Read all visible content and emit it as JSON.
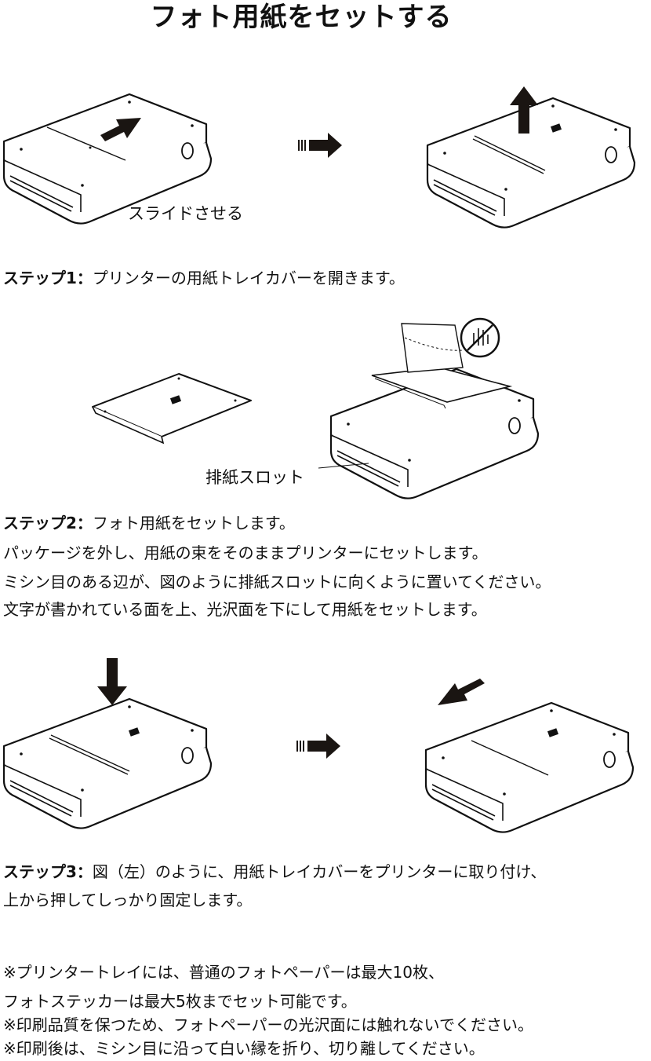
{
  "title": "フォト用紙をセットする",
  "captions": {
    "slide": "スライドさせる",
    "output_slot": "排紙スロット"
  },
  "steps": [
    {
      "label": "ステップ1：",
      "lines": [
        "プリンターの用紙トレイカバーを開きます。"
      ]
    },
    {
      "label": "ステップ2：",
      "lines": [
        "フォト用紙をセットします。",
        "パッケージを外し、用紙の束をそのままプリンターにセットします。",
        "ミシン目のある辺が、図のように排紙スロットに向くように置いてください。",
        "文字が書かれている面を上、光沢面を下にして用紙をセットします。"
      ]
    },
    {
      "label": "ステップ3：",
      "lines": [
        "図（左）のように、用紙トレイカバーをプリンターに取り付け、",
        "上から押してしっかり固定します。"
      ]
    }
  ],
  "notes": [
    "※プリンタートレイには、普通のフォトペーパーは最大10枚、",
    "フォトステッカーは最大5枚までセット可能です。",
    "※印刷品質を保つため、フォトペーパーの光沢面には触れないでください。",
    "※印刷後は、ミシン目に沿って白い縁を折り、切り離してください。"
  ]
}
